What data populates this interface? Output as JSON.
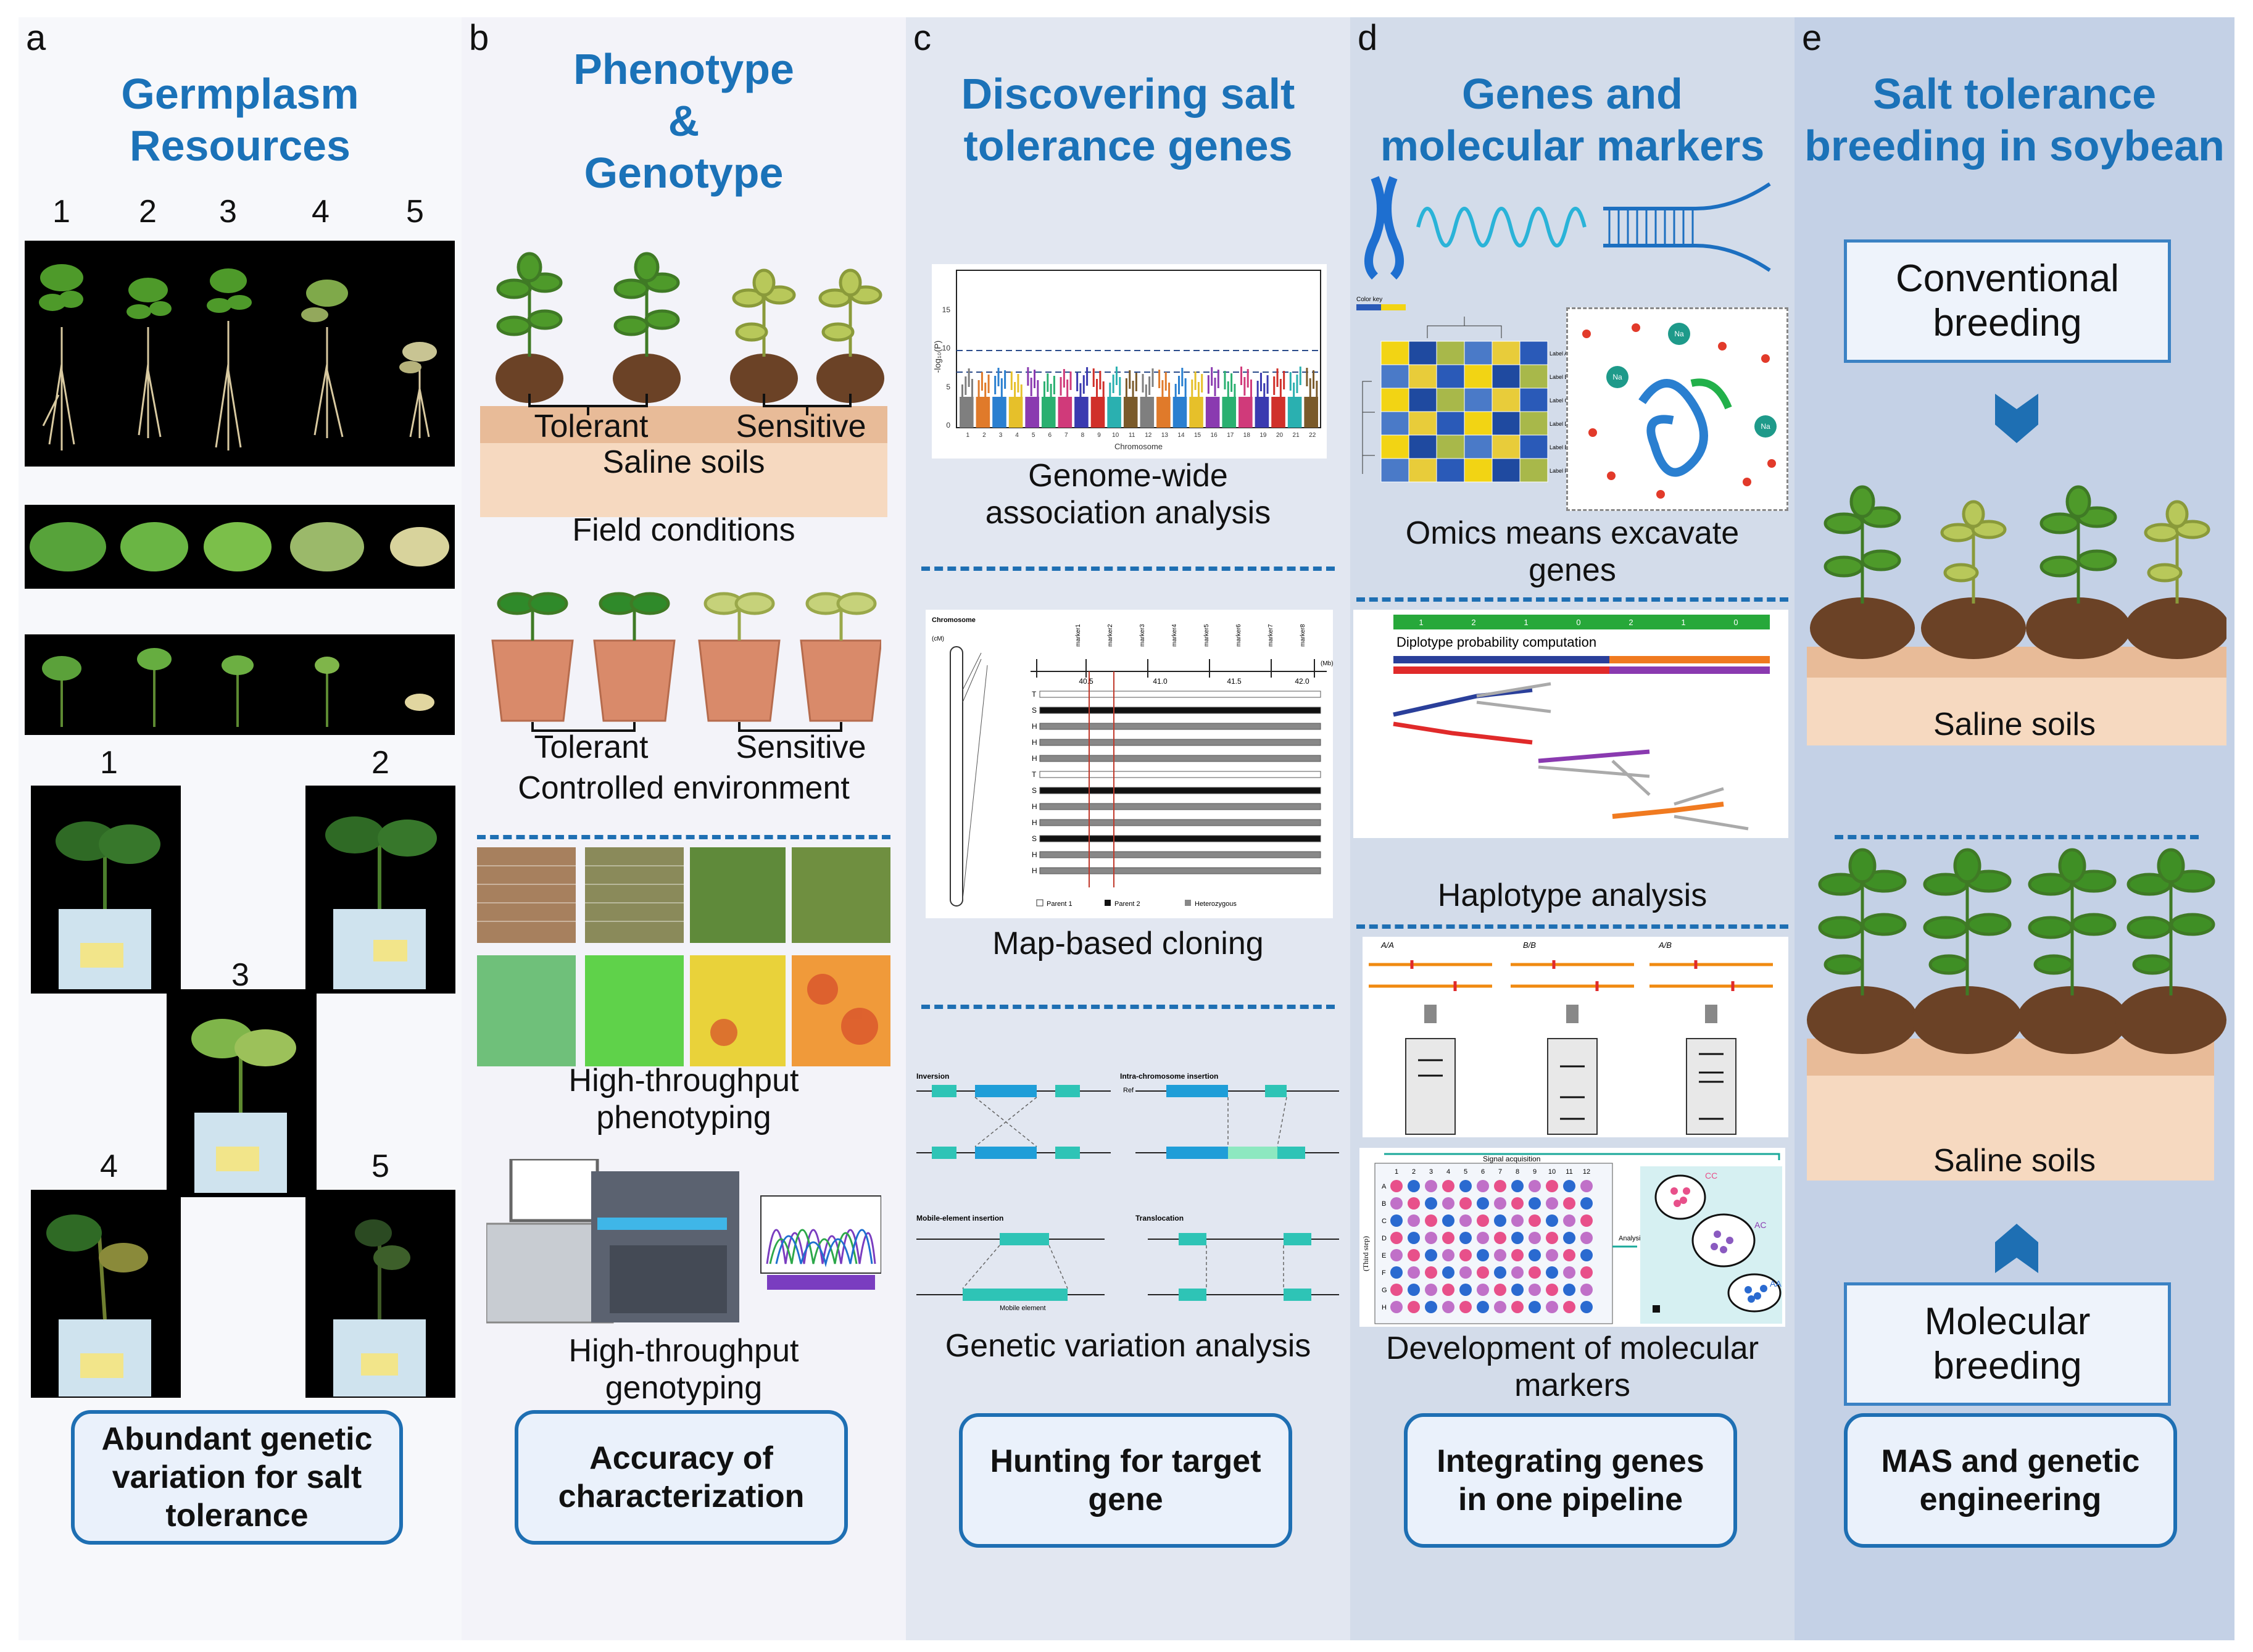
{
  "panels": {
    "a": {
      "letter": "a",
      "title_line1": "Germplasm",
      "title_line2": "Resources",
      "plant_numbers": [
        "1",
        "2",
        "3",
        "4",
        "5"
      ],
      "pot_numbers": [
        "1",
        "2",
        "3",
        "4",
        "5"
      ],
      "summary_line1": "Abundant genetic",
      "summary_line2": "variation for salt",
      "summary_line3": "tolerance"
    },
    "b": {
      "letter": "b",
      "title_line1": "Phenotype",
      "title_line2": "&",
      "title_line3": "Genotype",
      "tolerant": "Tolerant",
      "sensitive": "Sensitive",
      "saline_soils": "Saline soils",
      "field_conditions": "Field conditions",
      "pot_tolerant": "Tolerant",
      "pot_sensitive": "Sensitive",
      "controlled_environment": "Controlled environment",
      "htp_line1": "High-throughput",
      "htp_line2": "phenotyping",
      "htg_line1": "High-throughput",
      "htg_line2": "genotyping",
      "summary_line1": "Accuracy of",
      "summary_line2": "characterization"
    },
    "c": {
      "letter": "c",
      "title_line1": "Discovering salt",
      "title_line2": "tolerance genes",
      "gwas_line1": "Genome-wide",
      "gwas_line2": "association analysis",
      "gwas_ylabel": "-log₁₀(P)",
      "gwas_xlabel": "Chromosome",
      "gwas_yticks": [
        "0",
        "5",
        "10",
        "15"
      ],
      "gwas_xticks": [
        "1",
        "2",
        "3",
        "4",
        "5",
        "6",
        "7",
        "8",
        "9",
        "10",
        "11",
        "12",
        "13",
        "14",
        "15",
        "16",
        "17",
        "18",
        "19",
        "20",
        "21",
        "22"
      ],
      "map_based_cloning": "Map-based cloning",
      "map_chromosome": "Chromosome",
      "map_cm": "(cM)",
      "map_scale": [
        "40.5",
        "41.0",
        "41.5",
        "42.0"
      ],
      "map_unit": "(Mb)",
      "map_markers": [
        "marker1",
        "marker2",
        "marker3",
        "marker4",
        "marker5",
        "marker6",
        "marker7",
        "marker8"
      ],
      "map_rows": [
        "T",
        "S",
        "H",
        "H",
        "H",
        "T",
        "S",
        "H",
        "H",
        "S",
        "H",
        "H"
      ],
      "map_legend": [
        "Parent 1",
        "Parent 2",
        "Heterozygous"
      ],
      "sv_inversion": "Inversion",
      "sv_intra": "Intra-chromosome insertion",
      "sv_mobile": "Mobile-element insertion",
      "sv_translocation": "Translocation",
      "sv_ref": "Ref",
      "sv_mobile_element": "Mobile element",
      "genetic_variation": "Genetic variation analysis",
      "summary_line1": "Hunting for target",
      "summary_line2": "gene"
    },
    "d": {
      "letter": "d",
      "title_line1": "Genes and",
      "title_line2": "molecular markers",
      "color_key": "Color key",
      "heat_labels": [
        "Label A",
        "Label B",
        "Label C",
        "Label D",
        "Label E",
        "Label F"
      ],
      "ion_label": "Na",
      "omics_line1": "Omics means excavate",
      "omics_line2": "genes",
      "diplotype_title": "Diplotype probability computation",
      "diplotype_row": [
        "1",
        "2",
        "1",
        "0",
        "2",
        "1",
        "0"
      ],
      "haplotype": "Haplotype analysis",
      "genotypes": [
        "A/A",
        "B/B",
        "A/B"
      ],
      "signal_acquisition": "Signal acquisition",
      "third_step": "(Third step)",
      "analysis": "Analysis",
      "plate_rows": [
        "A",
        "B",
        "C",
        "D",
        "E",
        "F",
        "G",
        "H"
      ],
      "plate_cols": [
        "1",
        "2",
        "3",
        "4",
        "5",
        "6",
        "7",
        "8",
        "9",
        "10",
        "11",
        "12"
      ],
      "clusters": [
        "CC",
        "AC",
        "AA"
      ],
      "dev_line1": "Development of molecular",
      "dev_line2": "markers",
      "summary_line1": "Integrating genes",
      "summary_line2": "in one pipeline"
    },
    "e": {
      "letter": "e",
      "title_line1": "Salt tolerance",
      "title_line2": "breeding in soybean",
      "conventional_line1": "Conventional",
      "conventional_line2": "breeding",
      "saline_soils_1": "Saline soils",
      "saline_soils_2": "Saline soils",
      "molecular_line1": "Molecular",
      "molecular_line2": "breeding",
      "summary_line1": "MAS and genetic",
      "summary_line2": "engineering"
    }
  },
  "colors": {
    "title_blue": "#1b72b8",
    "box_border": "#1e6fb3",
    "leaf_green": "#4e9a2a",
    "leaf_yellow": "#b8c85a",
    "soil_brown": "#6b4226",
    "pot_terracotta": "#d98a6a"
  }
}
